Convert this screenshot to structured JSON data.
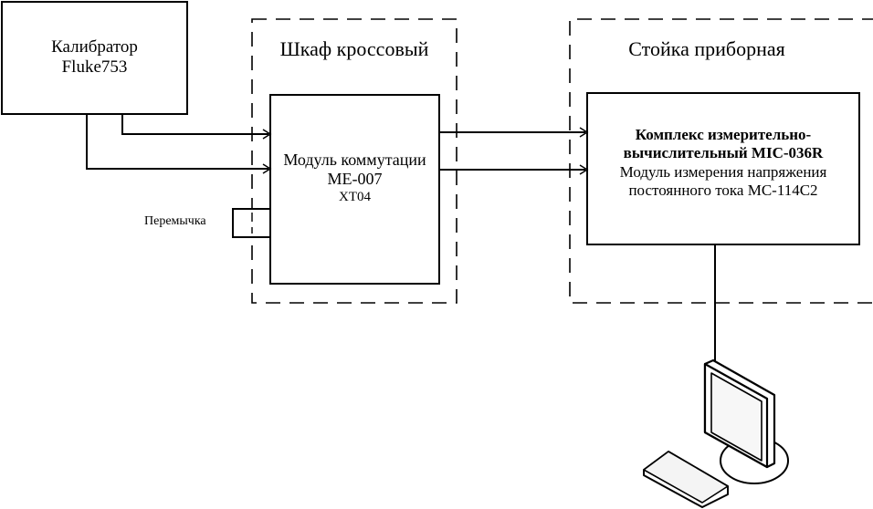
{
  "diagram": {
    "calibrator": {
      "line1": "Калибратор",
      "line2": "Fluke753"
    },
    "cross_cabinet": {
      "title": "Шкаф кроссовый",
      "module": {
        "line1": "Модуль коммутации",
        "line2": "ME-007",
        "line3": "XT04"
      },
      "jumper_label": "Перемычка"
    },
    "instrument_rack": {
      "title": "Стойка приборная",
      "complex": {
        "line1": "Комплекс измерительно-",
        "line2": "вычислительный MIC-036R",
        "line3": "Модуль измерения напряжения",
        "line4": "постоянного тока МС-114С2"
      }
    },
    "workstation": {
      "icon": "computer-monitor-keyboard-icon"
    },
    "colors": {
      "stroke": "#000000",
      "background": "#ffffff"
    }
  }
}
